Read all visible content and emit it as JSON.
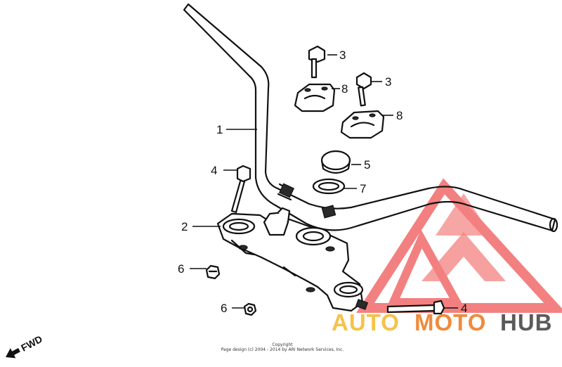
{
  "diagram": {
    "callouts": {
      "handlebar": "1",
      "upper_bridge": "2",
      "bolt_left": "3",
      "bolt_right": "3",
      "bolt_long_left": "4",
      "bolt_long_bottom": "4",
      "nut_cap": "5",
      "nut_upper": "6",
      "nut_lower": "6",
      "washer": "7",
      "holder_left": "8",
      "holder_right": "8"
    },
    "copyright_line1": "Copyright",
    "copyright_line2": "Page design (c) 2004 - 2014 by ARI Network Services, Inc.",
    "direction_label": "FWD"
  },
  "watermark": {
    "word_1": "AUTO",
    "word_2": "MOTO",
    "word_3": "HUB",
    "colors": {
      "triangle": "#f26b6b",
      "auto": "#f5c24a",
      "moto": "#f08a3c",
      "hub": "#5a5a5a"
    }
  }
}
